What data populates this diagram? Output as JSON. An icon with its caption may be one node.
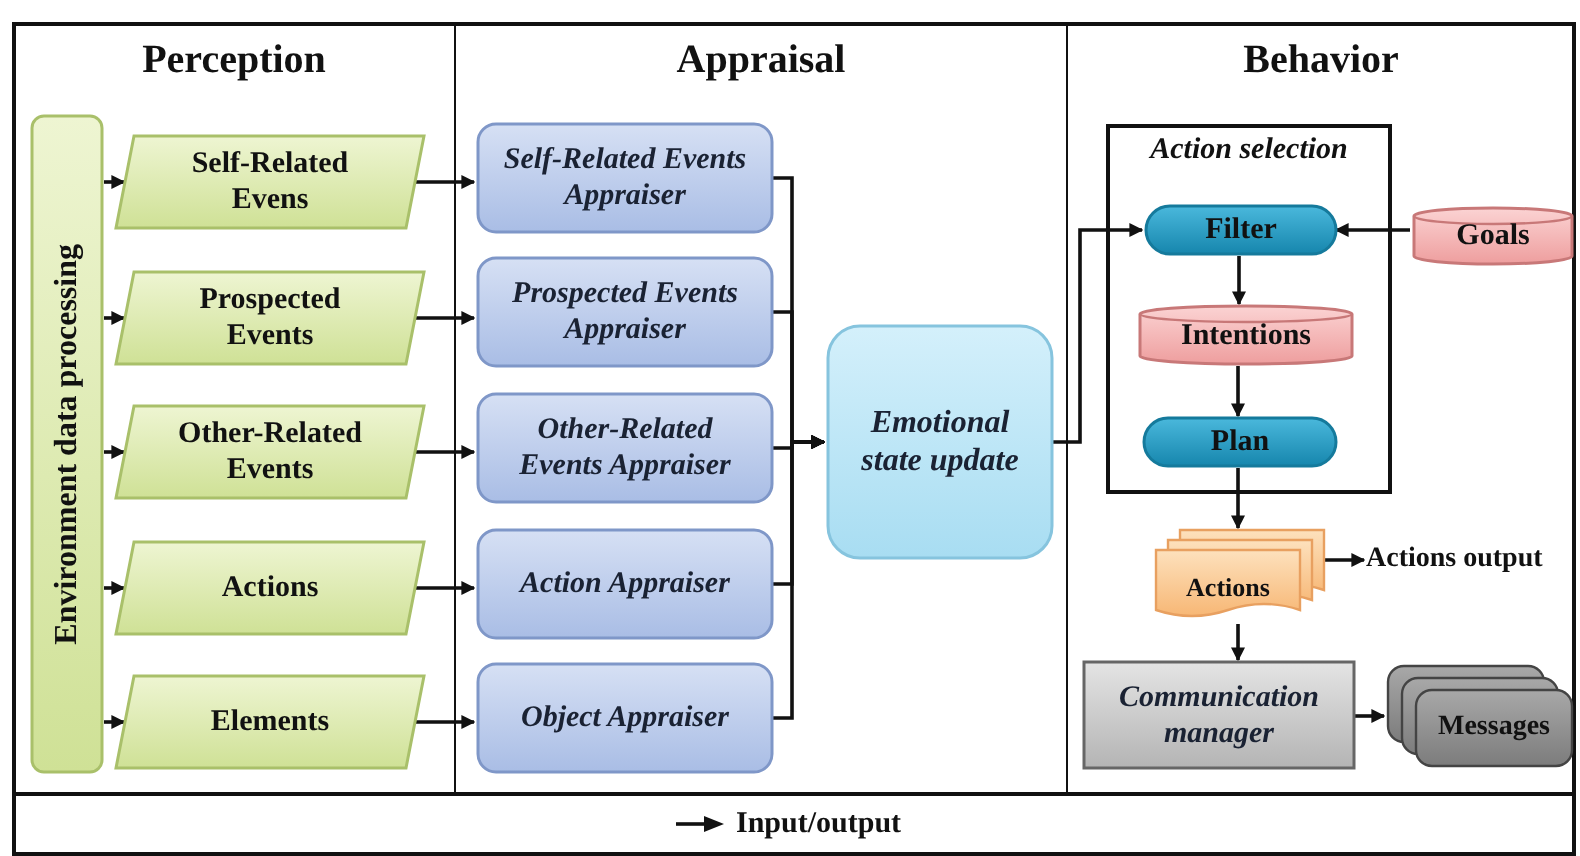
{
  "diagram": {
    "nodes": [
      {
        "text": [
          "Perception"
        ]
      },
      {
        "text": [
          "Appraisal"
        ]
      },
      {
        "text": [
          "Behavior"
        ]
      },
      {
        "text": [
          "Environment data processing"
        ],
        "in": 0
      },
      {
        "text": [
          "Self-Related Evens"
        ],
        "in": 0
      },
      {
        "text": [
          "Prospected Events"
        ],
        "in": 0
      },
      {
        "text": [
          "Other-Related Events"
        ],
        "in": 0
      },
      {
        "text": [
          "Actions"
        ],
        "in": 0
      },
      {
        "text": [
          "Elements"
        ],
        "in": 0
      },
      {
        "text": [
          "Self-Related Events Appraiser"
        ],
        "in": 1
      },
      {
        "text": [
          "Prospected Events Appraiser"
        ],
        "in": 1
      },
      {
        "text": [
          "Other-Related Events Appraiser"
        ],
        "in": 1
      },
      {
        "text": [
          "Action Appraiser"
        ],
        "in": 1
      },
      {
        "text": [
          "Object Appraiser"
        ],
        "in": 1
      },
      {
        "text": [
          "Emotional state update"
        ],
        "in": 1
      },
      {
        "text": [
          "Action selection"
        ],
        "in": 2
      },
      {
        "text": [
          "Filter"
        ],
        "in": 15
      },
      {
        "text": [
          "Intentions"
        ],
        "in": 15
      },
      {
        "text": [
          "Plan"
        ],
        "in": 15
      },
      {
        "text": [
          "Goals"
        ],
        "in": 2
      },
      {
        "text": [
          "Actions"
        ],
        "in": 2
      },
      {
        "text": [
          "Communication manager"
        ],
        "in": 2
      },
      {
        "text": [
          "Messages"
        ],
        "in": 2
      },
      {
        "text": [
          "Actions output"
        ],
        "in": 2
      }
    ],
    "edges": [
      {
        "from": 3,
        "to": 4,
        "arrow": "to"
      },
      {
        "from": 3,
        "to": 5,
        "arrow": "to"
      },
      {
        "from": 3,
        "to": 6,
        "arrow": "to"
      },
      {
        "from": 3,
        "to": 7,
        "arrow": "to"
      },
      {
        "from": 3,
        "to": 8,
        "arrow": "to"
      },
      {
        "from": 4,
        "to": 9,
        "arrow": "to"
      },
      {
        "from": 5,
        "to": 10,
        "arrow": "to"
      },
      {
        "from": 6,
        "to": 11,
        "arrow": "to"
      },
      {
        "from": 7,
        "to": 12,
        "arrow": "to"
      },
      {
        "from": 8,
        "to": 13,
        "arrow": "to"
      },
      {
        "from": 9,
        "to": 14,
        "arrow": "to"
      },
      {
        "from": 10,
        "to": 14,
        "arrow": "to"
      },
      {
        "from": 11,
        "to": 14,
        "arrow": "to"
      },
      {
        "from": 12,
        "to": 14,
        "arrow": "to"
      },
      {
        "from": 13,
        "to": 14,
        "arrow": "to"
      },
      {
        "from": 14,
        "to": 16,
        "arrow": "to"
      },
      {
        "from": 19,
        "to": 16,
        "arrow": "to"
      },
      {
        "from": 16,
        "to": 17,
        "arrow": "to"
      },
      {
        "from": 17,
        "to": 18,
        "arrow": "to"
      },
      {
        "from": 18,
        "to": 20,
        "arrow": "to"
      },
      {
        "from": 20,
        "to": 23,
        "arrow": "to"
      },
      {
        "from": 20,
        "to": 21,
        "arrow": "to"
      },
      {
        "from": 21,
        "to": 22,
        "arrow": "to"
      }
    ],
    "legend": [
      {
        "text": "Input/output"
      }
    ]
  }
}
